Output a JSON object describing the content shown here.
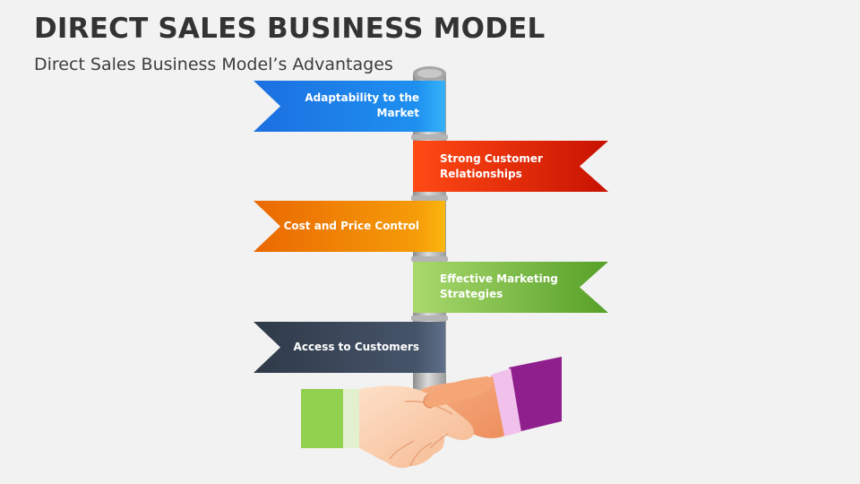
{
  "header": {
    "title": "DIRECT SALES BUSINESS MODEL",
    "subtitle": "Direct Sales Business Model’s Advantages"
  },
  "signs": [
    {
      "text": "Adaptability to the Market",
      "side": "left",
      "colors": [
        "#1c6fe0",
        "#29a8f4"
      ]
    },
    {
      "text": "Strong Customer Relationships",
      "side": "right",
      "colors": [
        "#ff4a14",
        "#cc1404"
      ]
    },
    {
      "text": "Cost and Price Control",
      "side": "left",
      "colors": [
        "#ee6f02",
        "#fbb10c"
      ]
    },
    {
      "text": "Effective Marketing Strategies",
      "side": "right",
      "colors": [
        "#a8d86a",
        "#5ba32a"
      ]
    },
    {
      "text": "Access to Customers",
      "side": "left",
      "colors": [
        "#333f4e",
        "#5b6b80"
      ]
    }
  ],
  "handshake": {
    "left_sleeve_color": "#92d050",
    "right_sleeve_color": "#8e1f8c",
    "cuff_color": "#f1c1ec",
    "skin_color": "#fcd3b4"
  }
}
